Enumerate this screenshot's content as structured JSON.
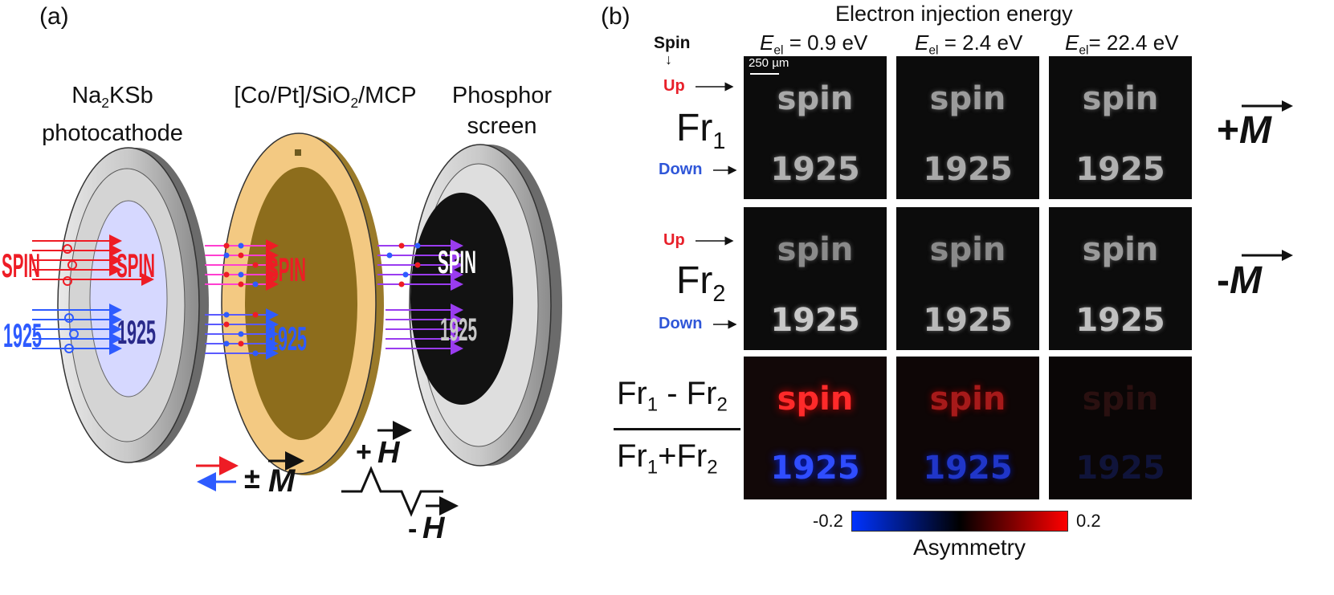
{
  "panel_a": {
    "label": "(a)",
    "photocathode": {
      "line1_main": "Na",
      "line1_sub": "2",
      "line1_rest": "KSb",
      "line2": "photocathode"
    },
    "mcp": {
      "pre": "[Co/Pt]/SiO",
      "sub": "2",
      "post": "/MCP"
    },
    "phosphor": {
      "line1": "Phosphor",
      "line2": "screen"
    },
    "word_spin": "SPIN",
    "word_year": "1925",
    "pm_sign": "±",
    "m_symbol": "M",
    "h_symbol": "H",
    "plus": "+",
    "minus": "-"
  },
  "panel_b": {
    "label": "(b)",
    "title": "Electron injection energy",
    "spin_label": "Spin",
    "up_label": "Up",
    "down_label": "Down",
    "scale_bar": "250 µm",
    "columns": [
      {
        "e": "E",
        "sub": "el",
        "val": " = 0.9 eV"
      },
      {
        "e": "E",
        "sub": "el",
        "val": " = 2.4 eV"
      },
      {
        "e": "E",
        "sub": "el",
        "val": "= 22.4 eV"
      }
    ],
    "rows": {
      "fr1": {
        "main": "Fr",
        "sub": "1",
        "sign": "+",
        "m": "M"
      },
      "fr2": {
        "main": "Fr",
        "sub": "2",
        "sign": "-",
        "m": "M"
      },
      "fraction": {
        "num_a": "Fr",
        "num_a_sub": "1",
        "num_op": " - ",
        "num_b": "Fr",
        "num_b_sub": "2",
        "den_a": "Fr",
        "den_a_sub": "1",
        "den_op": "+",
        "den_b": "Fr",
        "den_b_sub": "2"
      }
    },
    "tile_words": {
      "top": "spin",
      "bottom": "1925"
    },
    "colorbar": {
      "min": "-0.2",
      "max": "0.2",
      "label": "Asymmetry",
      "colors": [
        "#0033ff",
        "#000000",
        "#ff0000"
      ]
    }
  }
}
